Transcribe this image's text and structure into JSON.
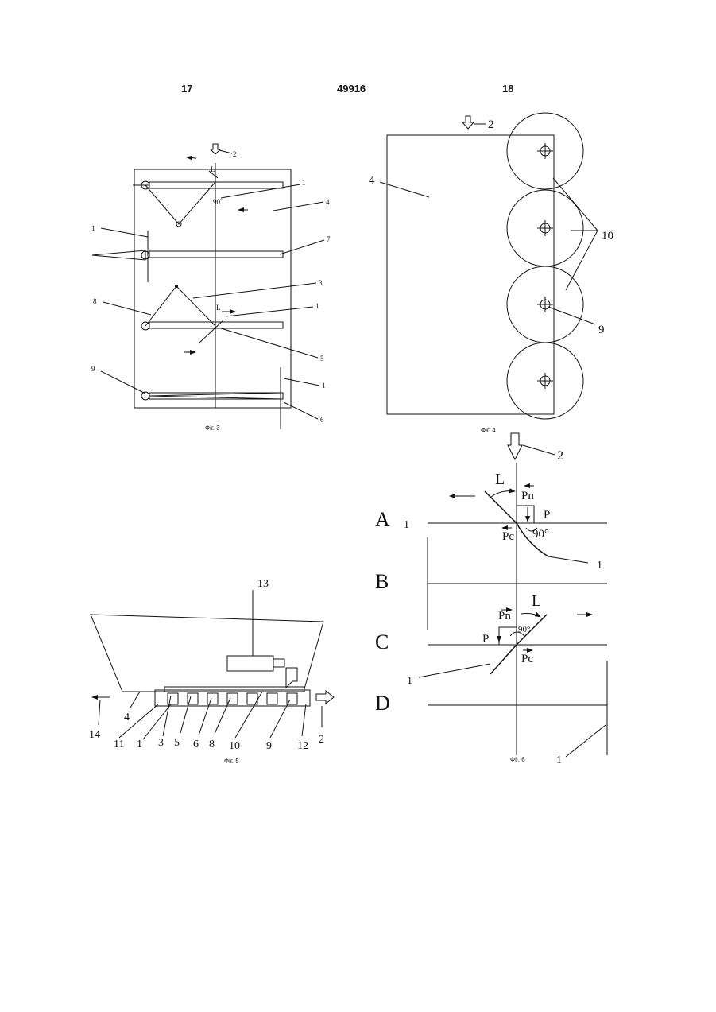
{
  "header": {
    "left_page": "17",
    "doc_number": "49916",
    "right_page": "18"
  },
  "fig3": {
    "caption": "Фіг. 3",
    "labels": {
      "l1a": "1",
      "l1b": "1",
      "l1c": "1",
      "l1d": "1",
      "l2": "2",
      "l3": "3",
      "l4": "4",
      "l5": "5",
      "l6": "6",
      "l7": "7",
      "l8": "8",
      "l9": "9",
      "angle": "90˚",
      "L1": "L",
      "L2": "L"
    }
  },
  "fig4": {
    "caption": "Фіг. 4",
    "labels": {
      "l2": "2",
      "l4": "4",
      "l9": "9",
      "l10": "10"
    }
  },
  "fig5": {
    "caption": "Фіг. 5",
    "labels": {
      "l13": "13",
      "l14": "14",
      "l4": "4",
      "l11": "11",
      "l1": "1",
      "l3": "3",
      "l5": "5",
      "l6": "6",
      "l8": "8",
      "l10": "10",
      "l9": "9",
      "l12": "12",
      "l2": "2"
    }
  },
  "fig6": {
    "caption": "Фіг. 6",
    "labels": {
      "l2": "2",
      "A": "A",
      "B": "B",
      "C": "C",
      "D": "D",
      "L_top": "L",
      "L_mid": "L",
      "Pn_top": "Pn",
      "Pn_mid": "Pn",
      "P_top": "P",
      "P_mid": "P",
      "Pc_top": "Pc",
      "Pc_mid": "Pc",
      "angle_top": "90°",
      "angle_mid": "90°",
      "l1_a": "1",
      "l1_b": "1",
      "l1_c": "1",
      "l1_d": "1"
    }
  }
}
